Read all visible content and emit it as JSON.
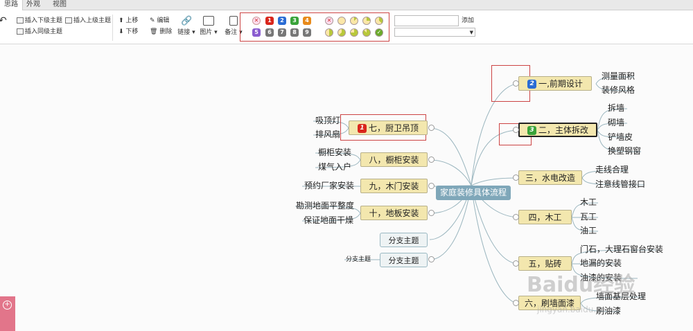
{
  "tabs": [
    {
      "label": "思路",
      "active": true
    },
    {
      "label": "外观",
      "active": false
    },
    {
      "label": "视图",
      "active": false
    }
  ],
  "toolbar": {
    "insert_child": "插入下级主题",
    "insert_parent": "插入上级主题",
    "insert_sibling": "插入同级主题",
    "move_up": "上移",
    "move_down": "下移",
    "edit": "编辑",
    "delete": "删除",
    "link": "链接",
    "image": "图片",
    "note": "备注",
    "add": "添加"
  },
  "priority_icons": [
    "1",
    "2",
    "3",
    "4",
    "5",
    "6",
    "7",
    "8",
    "9"
  ],
  "mindmap": {
    "center": "家庭装修具体流程",
    "right": [
      {
        "label": "一,前期设计",
        "badge": "2",
        "children": [
          "测量面积",
          "装修风格"
        ]
      },
      {
        "label": "二，主体拆改",
        "badge": "3",
        "children": [
          "拆墙",
          "砌墙",
          "铲墙皮",
          "换塑钢窗"
        ]
      },
      {
        "label": "三，水电改造",
        "children": [
          "走线合理",
          "注意线管接口"
        ]
      },
      {
        "label": "四，木工",
        "children": [
          "木工",
          "瓦工",
          "油工"
        ]
      },
      {
        "label": "五，贴砖",
        "children": [
          "门石，大理石窗台安装",
          "地漏的安装",
          "油漆的安装"
        ]
      },
      {
        "label": "六，刷墙面漆",
        "children": [
          "墙面基层处理",
          "刷油漆"
        ]
      }
    ],
    "left": [
      {
        "label": "七，厨卫吊顶",
        "badge": "1",
        "children": [
          "吸顶灯",
          "排风扇"
        ]
      },
      {
        "label": "八，橱柜安装",
        "children": [
          "橱柜安装",
          "煤气入户"
        ]
      },
      {
        "label": "九，木门安装",
        "children": [
          "预约厂家安装"
        ]
      },
      {
        "label": "十，地板安装",
        "children": [
          "勘测地面平整度",
          "保证地面干燥"
        ]
      },
      {
        "label": "分支主题",
        "children": []
      },
      {
        "label": "分支主题",
        "children": [
          "分支主题"
        ]
      }
    ]
  },
  "watermark": {
    "text": "Baidu经验",
    "sub": "jingyan.baidu.com"
  },
  "colors": {
    "center": "#7fa7b9",
    "main_node": "#f3e7ae",
    "highlight": "#cc4444",
    "badge_1": "#d9261c",
    "badge_2": "#2b6cd4",
    "badge_3": "#3aa33a"
  }
}
